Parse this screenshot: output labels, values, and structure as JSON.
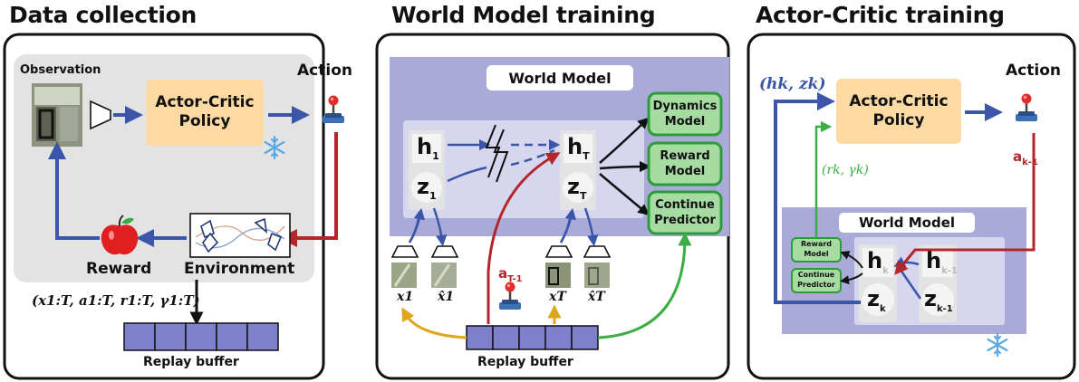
{
  "panels": {
    "data_collection": {
      "title": "Data collection",
      "observation": "Observation",
      "action": "Action",
      "policy_line1": "Actor-Critic",
      "policy_line2": "Policy",
      "reward": "Reward",
      "environment": "Environment",
      "tuple": "(x1:T, a1:T, r1:T, γ1:T)",
      "replay": "Replay buffer"
    },
    "world_model_training": {
      "title": "World Model training",
      "world_model": "World Model",
      "h_main": "h",
      "h_sub1": "1",
      "z_main": "z",
      "z_sub1": "1",
      "h_subT": "T",
      "z_subT": "T",
      "dynamics_line1": "Dynamics",
      "dynamics_line2": "Model",
      "reward_line1": "Reward",
      "reward_line2": "Model",
      "continue_line1": "Continue",
      "continue_line2": "Predictor",
      "x1": "x1",
      "xhat1": "x̂1",
      "a_label": "a",
      "a_sub": "T-1",
      "xT": "xT",
      "xhatT": "x̂T",
      "replay": "Replay buffer"
    },
    "actor_critic_training": {
      "title": "Actor-Critic training",
      "action": "Action",
      "state": "(hk, zk)",
      "policy_line1": "Actor-Critic",
      "policy_line2": "Policy",
      "a_label": "a",
      "a_sub": "k-1",
      "rewards": "(rk, γk)",
      "world_model": "World Model",
      "reward_line1": "Reward",
      "reward_line2": "Model",
      "continue_line1": "Continue",
      "continue_line2": "Predictor",
      "h_main": "h",
      "h_sub": "k",
      "h_prev_sub": "k-1",
      "z_main": "z",
      "z_sub": "k",
      "z_prev_sub": "k-1"
    }
  },
  "colors": {
    "blue_arrow": "#3b55a8",
    "red_arrow": "#b3262a",
    "green_arrow": "#3aae45",
    "orange_arrow": "#e0a51f",
    "policy_fill": "#fdd9a4",
    "world_model_fill": "#a9aad8",
    "panel_grey": "#e3e3e3",
    "replay_fill": "#7e80cc",
    "module_fill": "#a6dba2",
    "module_stroke": "#2e9a3a",
    "snowflake": "#5aa9e6"
  },
  "icons": [
    "camera-image-icon",
    "encoder-trapezoid-icon",
    "joystick-icon",
    "snowflake-icon",
    "apple-icon",
    "environment-scene-icon",
    "lightning-break-icon"
  ]
}
